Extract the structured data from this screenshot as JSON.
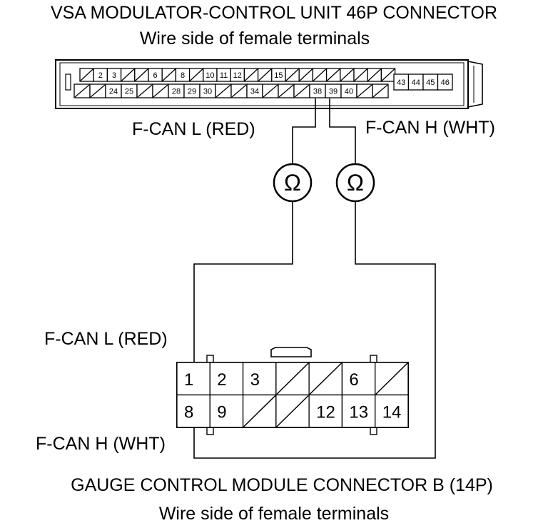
{
  "vsa": {
    "title": "VSA MODULATOR-CONTROL UNIT 46P CONNECTOR",
    "subtitle": "Wire side of female terminals",
    "row1": [
      "",
      "2",
      "3",
      "",
      "",
      "6",
      "",
      "8",
      "",
      "10",
      "11",
      "12",
      "",
      "",
      "15",
      "",
      "",
      "",
      "",
      "",
      "",
      "",
      ""
    ],
    "row2": [
      "",
      "",
      "24",
      "25",
      "",
      "",
      "28",
      "29",
      "30",
      "",
      "",
      "34",
      "",
      "",
      "",
      "38",
      "39",
      "40",
      "",
      ""
    ],
    "right": [
      "43",
      "44",
      "45",
      "46"
    ]
  },
  "wires": {
    "vsa_l": "F-CAN L (RED)",
    "vsa_h": "F-CAN H (WHT)",
    "meter1": "Ω",
    "meter2": "Ω",
    "gauge_l": "F-CAN L (RED)",
    "gauge_h": "F-CAN H (WHT)"
  },
  "gauge": {
    "title": "GAUGE CONTROL MODULE CONNECTOR B (14P)",
    "subtitle": "Wire side of female terminals",
    "row1": [
      "1",
      "2",
      "3",
      "",
      "",
      "6",
      ""
    ],
    "row2": [
      "8",
      "9",
      "",
      "",
      "12",
      "13",
      "14"
    ]
  }
}
